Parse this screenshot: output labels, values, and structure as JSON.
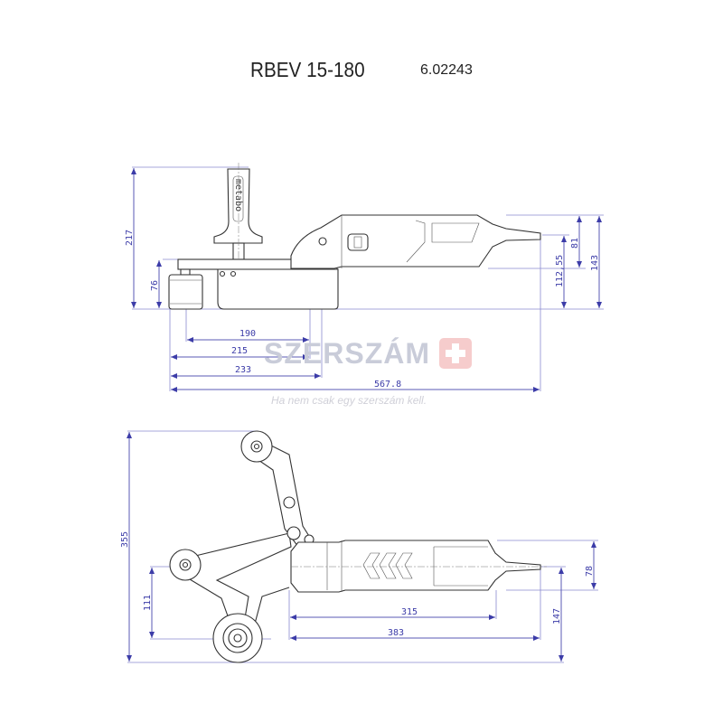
{
  "header": {
    "model": "RBEV 15-180",
    "order_number": "6.02243"
  },
  "top_view": {
    "dimensions": {
      "overall_height": "217",
      "roller_height": "76",
      "body_height_a": "81",
      "body_height_b": "112,55",
      "body_height_c": "143",
      "length_190": "190",
      "length_215": "215",
      "length_233": "233",
      "overall_length": "567.8"
    },
    "handle_brand": "metabo"
  },
  "side_view": {
    "dimensions": {
      "overall_height": "355",
      "roller_spacing": "111",
      "length_315": "315",
      "length_383": "383",
      "body_width": "78",
      "width_147": "147"
    }
  },
  "watermark": {
    "brand": "SZERSZÁM",
    "tagline": "Ha nem csak egy szerszám kell."
  },
  "colors": {
    "dimension": "#3c3ca8",
    "line": "#333333",
    "watermark": "#c9ccd9",
    "watermark_accent": "#f6cccc"
  }
}
